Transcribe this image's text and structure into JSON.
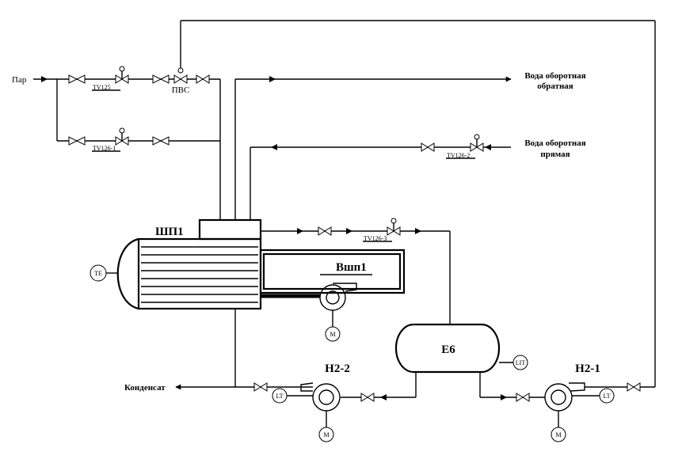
{
  "streams": {
    "steam": "Пар",
    "return_water_line1": "Вода оборотная",
    "return_water_line2": "обратная",
    "supply_water_line1": "Вода оборотная",
    "supply_water_line2": "прямая",
    "condensate": "Конденсат"
  },
  "equipment": {
    "heater": "ШП1",
    "fan": "Вшп1",
    "vessel": "Е6",
    "pump_1": "Н2-1",
    "pump_2": "Н2-2",
    "steam_unit": "ПВС"
  },
  "tags": {
    "tv125": "TV125",
    "tv126_1": "TV126-1",
    "tv126_2": "TV126-2",
    "tv126_3": "TV126-3",
    "te": "TE",
    "lit": "LIT",
    "lt": "LT",
    "motor": "M"
  }
}
